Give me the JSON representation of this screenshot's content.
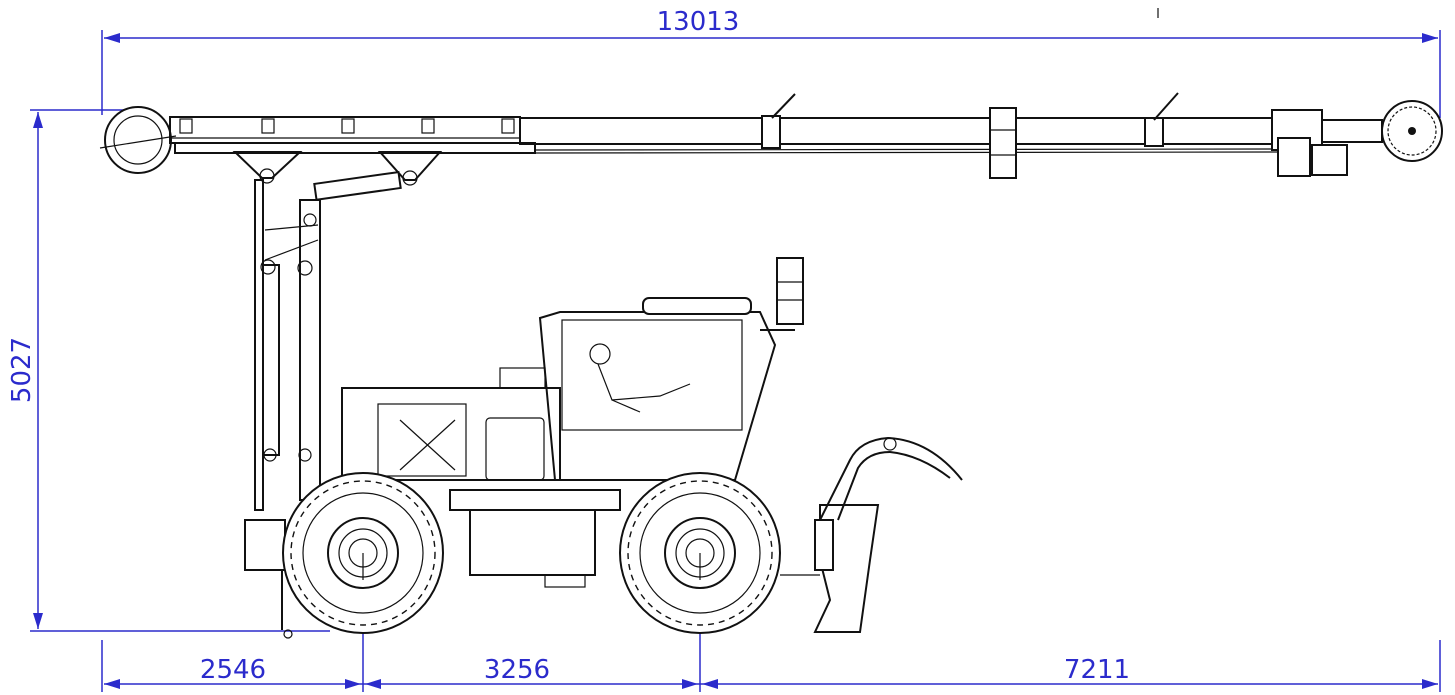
{
  "dimensions": {
    "overall_length": "13013",
    "overall_height": "5027",
    "rear_overhang": "2546",
    "wheelbase": "3256",
    "front_reach": "7211"
  },
  "colors": {
    "dimension": "#2b2bcc",
    "linework": "#111111",
    "background": "#ffffff"
  }
}
